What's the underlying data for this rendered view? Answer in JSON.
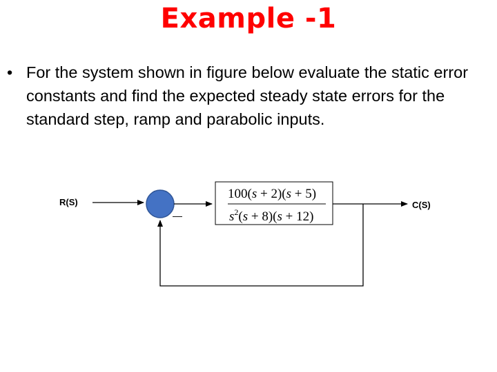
{
  "title": "Example -1",
  "bullet": {
    "marker": "•",
    "text": "For the system shown in figure below evaluate the static error constants and find the expected steady state errors for the standard step, ramp and parabolic inputs."
  },
  "diagram": {
    "input_label": "R(S)",
    "output_label": "C(S)",
    "summing_junction_color": "#4472c4",
    "feedback_sign": "—",
    "transfer_function": {
      "numerator": [
        "100(",
        "s",
        " + 2)(",
        "s",
        " + 5)"
      ],
      "denominator_s": "s",
      "denominator_exp": "2",
      "denominator_rest": [
        "(",
        "s",
        " + 8)(",
        "s",
        " + 12)"
      ]
    }
  }
}
